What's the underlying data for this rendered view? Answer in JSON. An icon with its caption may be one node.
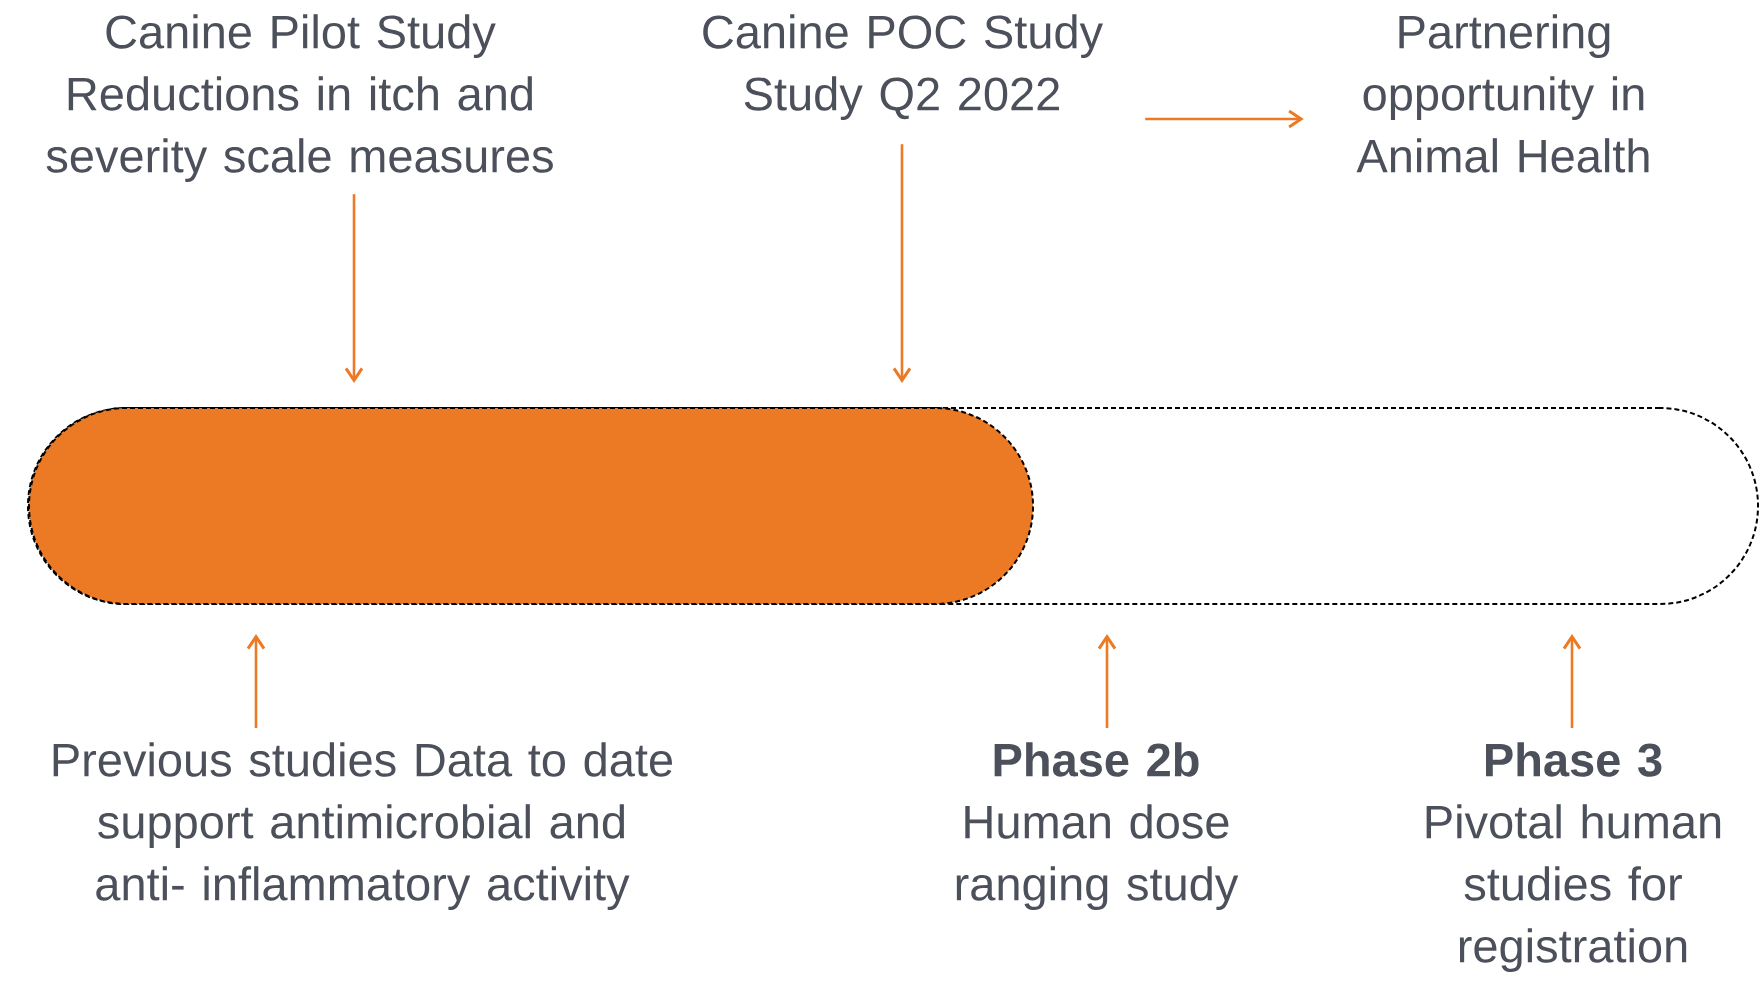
{
  "diagram": {
    "nodes": [
      {
        "text": [],
        "shape": "bar"
      },
      {
        "text": [],
        "shape": "bar",
        "in": 0
      },
      {
        "text": [
          "Canine Pilot Study Reductions in itch and severity scale measures"
        ]
      },
      {
        "text": [
          "Canine POC Study Study Q2 2022"
        ]
      },
      {
        "text": [
          "Partnering opportunity in Animal Health"
        ]
      },
      {
        "text": [
          "Previous studies Data to date support antimicrobial and anti- inflammatory activity"
        ]
      },
      {
        "text": [
          "Phase 2b",
          "Human dose ranging study"
        ]
      },
      {
        "text": [
          "Phase 3",
          "Pivotal human studies for registration"
        ]
      }
    ],
    "edges": [
      {
        "from": 2,
        "to": 1,
        "arrow": "to"
      },
      {
        "from": 3,
        "to": 1,
        "arrow": "to"
      },
      {
        "from": 3,
        "to": 4,
        "arrow": "to"
      },
      {
        "from": 5,
        "to": 1,
        "arrow": "to"
      },
      {
        "from": 6,
        "to": 0,
        "arrow": "to"
      },
      {
        "from": 7,
        "to": 0,
        "arrow": "to"
      }
    ]
  }
}
